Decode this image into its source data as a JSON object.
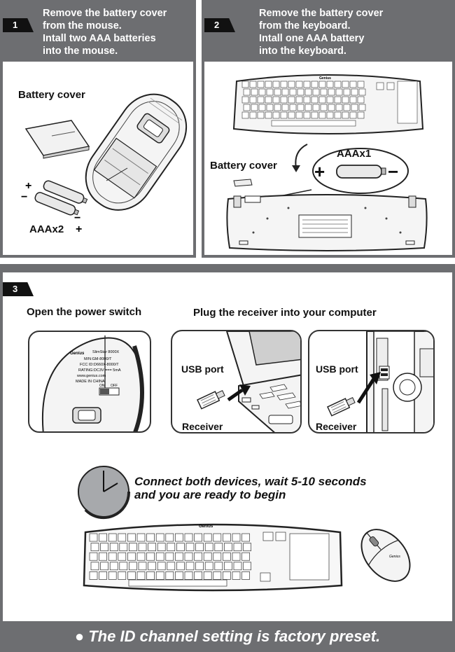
{
  "step1": {
    "number": "1",
    "heading": "Remove the battery cover\nfrom the mouse.\nIntall two AAA batteries\ninto the mouse.",
    "battery_cover_label": "Battery cover",
    "battery_count_label": "AAAx2"
  },
  "step2": {
    "number": "2",
    "heading": "Remove the battery cover\nfrom the keyboard.\nIntall one AAA battery\ninto the keyboard.",
    "battery_count_label": "AAAx1",
    "battery_cover_label": "Battery cover",
    "plus_sign": "+",
    "minus_sign": "−"
  },
  "step3": {
    "number": "3",
    "power_switch_label": "Open the power switch",
    "plug_receiver_label": "Plug the receiver into your computer",
    "usb_port_label": "USB port",
    "receiver_label": "Receiver",
    "usb_port_label_2": "USB port",
    "receiver_label_2": "Receiver",
    "connect_text": "Connect both devices, wait 5-10 seconds\nand you are ready to begin"
  },
  "mouse_bottom_print": {
    "brand": "Genius",
    "model": "SlimStar 8000X",
    "line2": "M/N:GM-8000/T",
    "line3": "FCC ID:D660X-8000/T",
    "line4": "RATING:DC3V === 5mA",
    "url": "www.genius.com",
    "origin": "MADE IN CHINA",
    "switch_on": "ON",
    "switch_off": "OFF"
  },
  "keyboard_brand": "Genius",
  "footer": {
    "text": "● The ID channel setting is factory preset."
  }
}
